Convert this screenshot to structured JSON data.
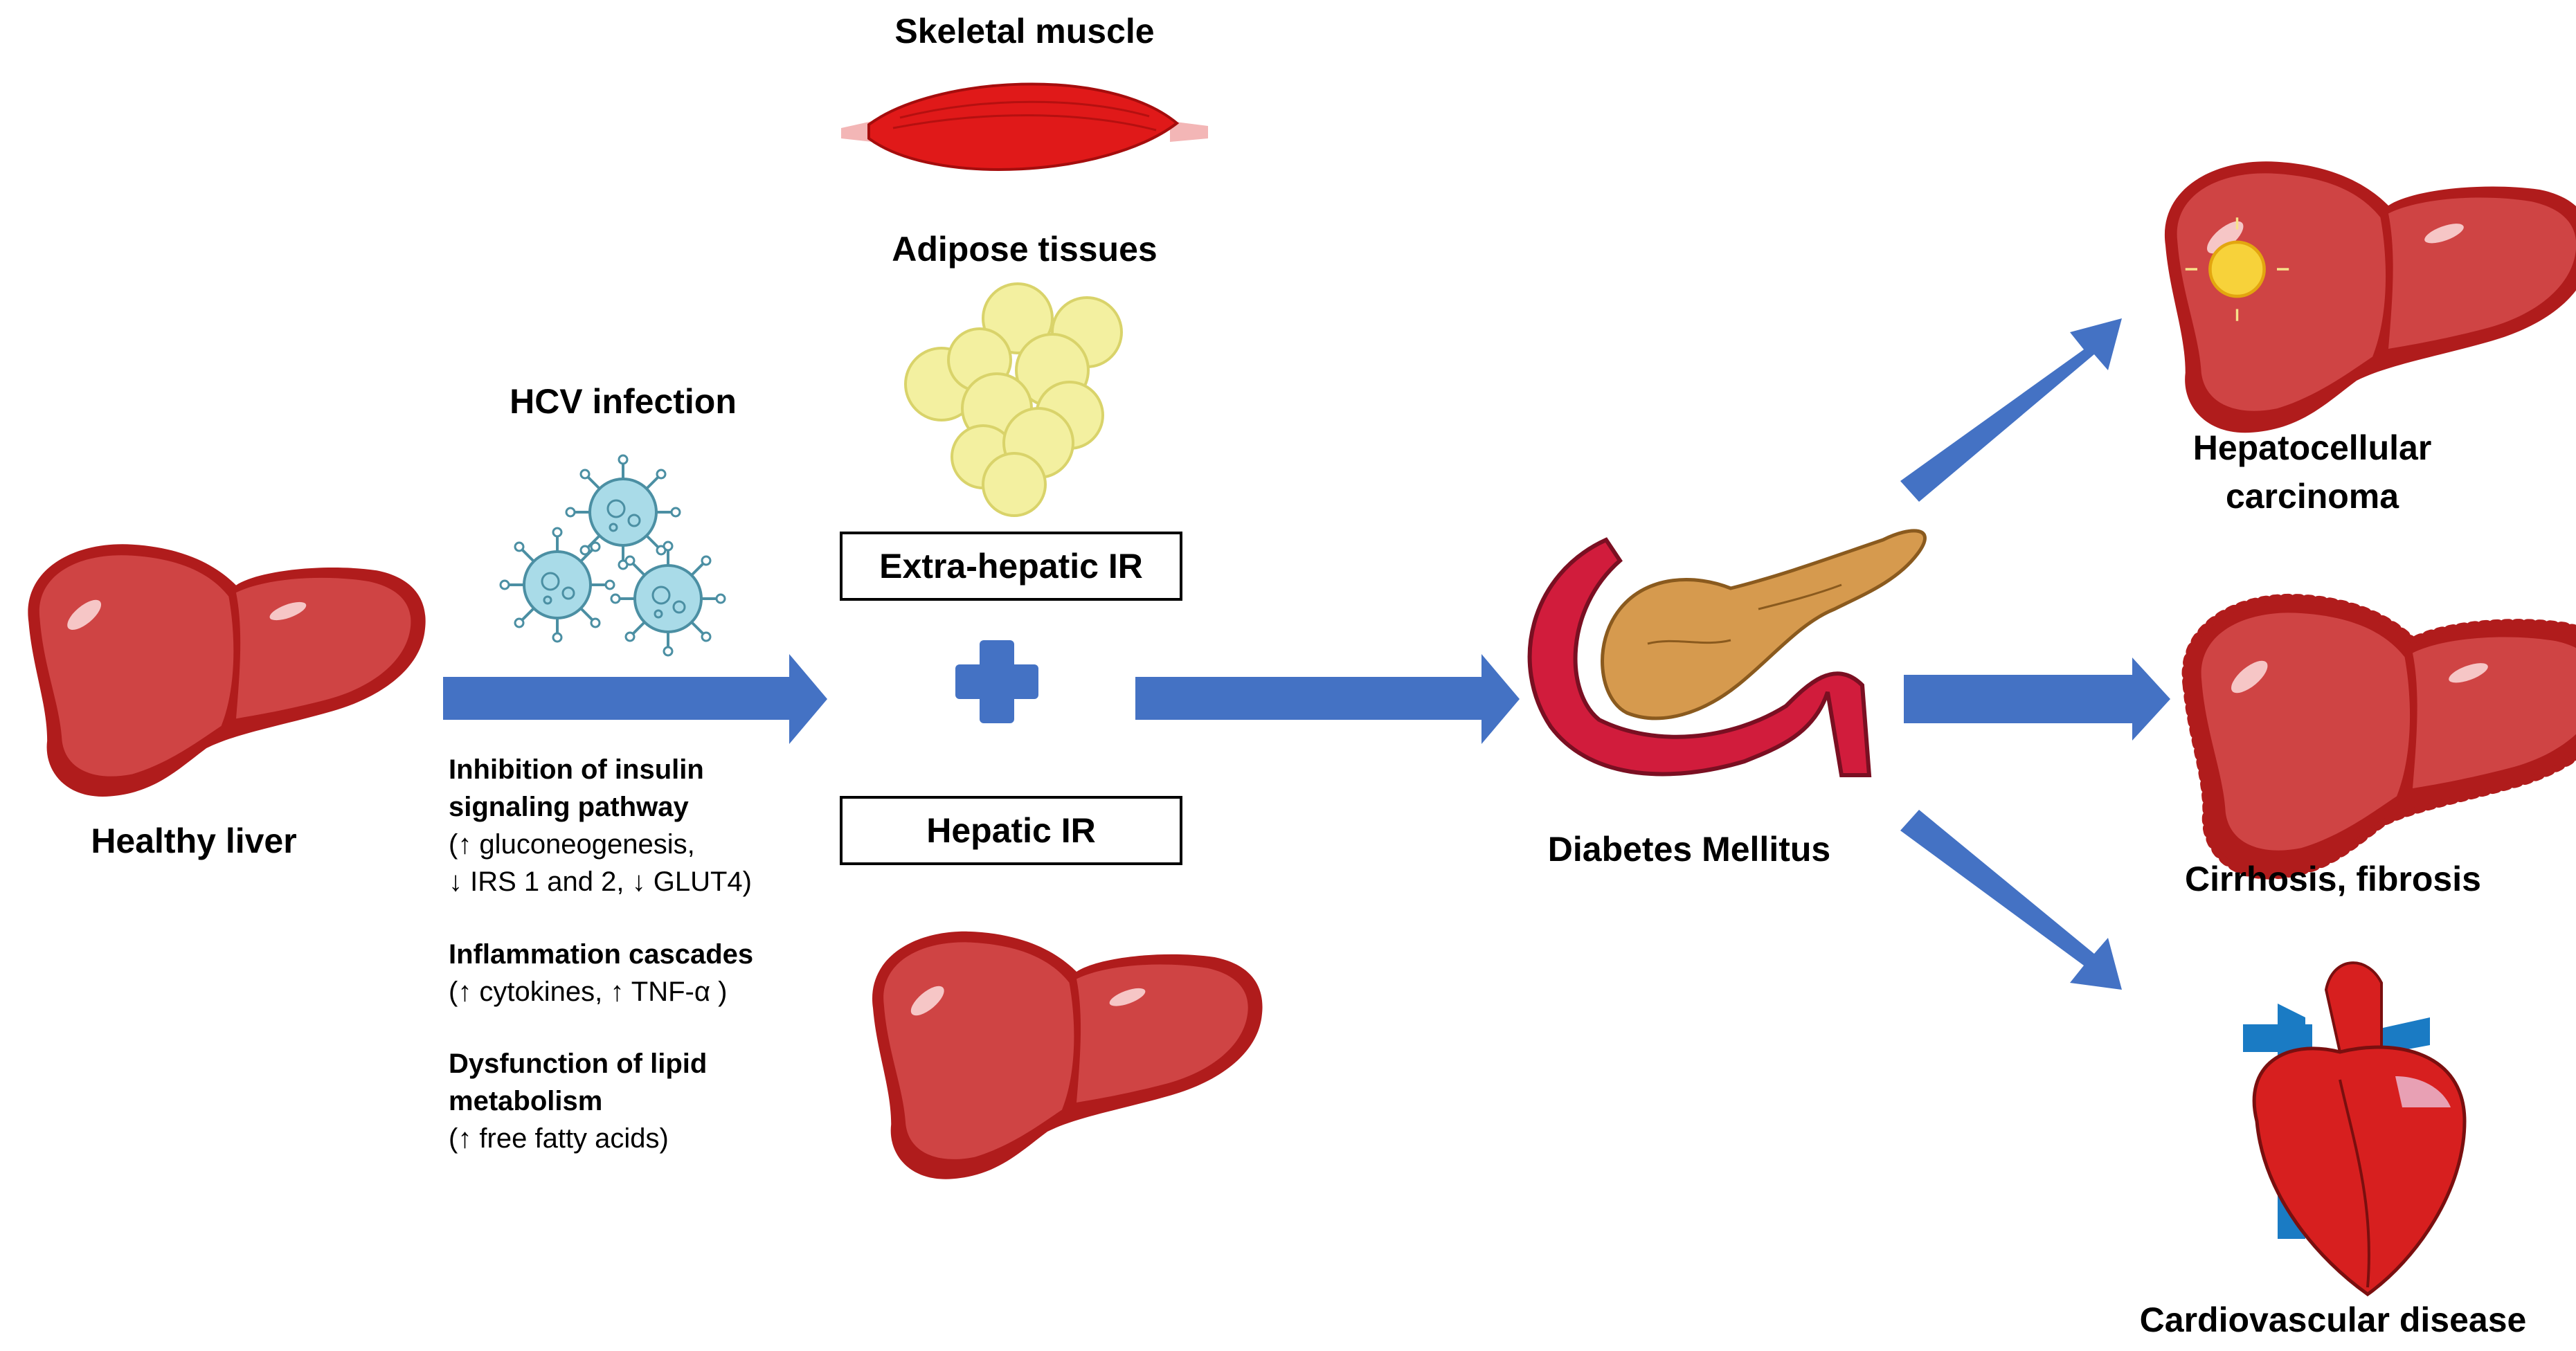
{
  "labels": {
    "skeletal_muscle": "Skeletal muscle",
    "adipose_tissues": "Adipose tissues",
    "hcv_infection": "HCV infection",
    "healthy_liver": "Healthy liver",
    "extra_hepatic_ir": "Extra-hepatic IR",
    "hepatic_ir": "Hepatic IR",
    "diabetes_mellitus": "Diabetes Mellitus",
    "hcc_line1": "Hepatocellular",
    "hcc_line2": "carcinoma",
    "cirrhosis": "Cirrhosis, fibrosis",
    "cardiovascular": "Cardiovascular disease"
  },
  "mechanisms": [
    {
      "lines": [
        "Inhibition of insulin",
        "signaling pathway"
      ],
      "details": [
        " (↑ gluconeogenesis,",
        "↓ IRS 1 and 2, ↓ GLUT4)"
      ]
    },
    {
      "lines": [
        "Inflammation cascades"
      ],
      "details": [
        "(↑ cytokines,  ↑ TNF-α )"
      ]
    },
    {
      "lines": [
        "Dysfunction of lipid",
        "metabolism"
      ],
      "details": [
        "(↑ free fatty acids)"
      ]
    }
  ],
  "colors": {
    "arrow": "#4472c4",
    "liver_light": "#cf4444",
    "liver_dark": "#b01c1c",
    "muscle": "#e01919",
    "fat": "#f3f0a0",
    "virus": "#a9dbe8",
    "pancreas": "#d69a4e",
    "duodenum": "#d11c3c",
    "heart_red": "#d71f1f",
    "vessel_blue": "#1a7bc4"
  }
}
